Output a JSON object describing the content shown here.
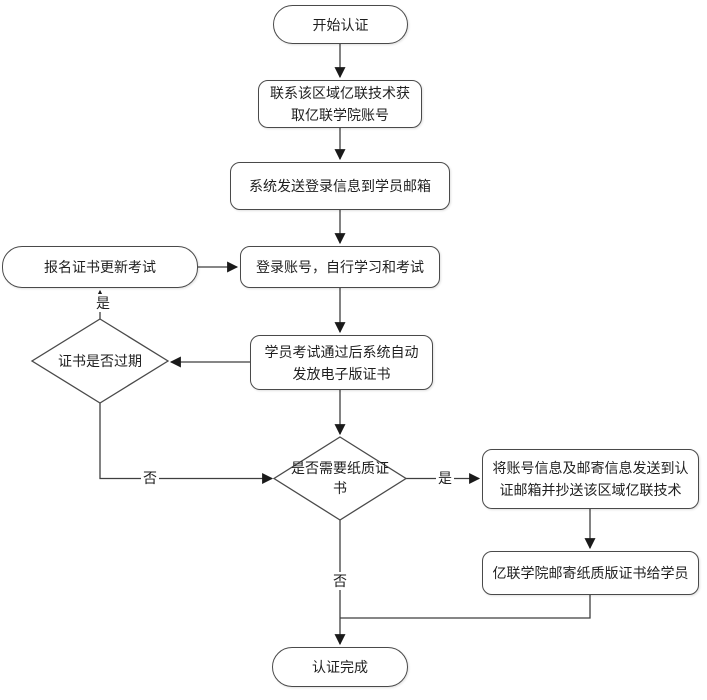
{
  "flowchart": {
    "nodes": {
      "start": {
        "label": "开始认证",
        "type": "terminator"
      },
      "contact": {
        "label": "联系该区域亿联技术获取亿联学院账号",
        "type": "process"
      },
      "system_email": {
        "label": "系统发送登录信息到学员邮箱",
        "type": "process"
      },
      "login": {
        "label": "登录账号，自行学习和考试",
        "type": "process"
      },
      "renew_signup": {
        "label": "报名证书更新考试",
        "type": "terminator"
      },
      "cert_expired": {
        "label": "证书是否过期",
        "type": "decision"
      },
      "issue_ecert": {
        "label": "学员考试通过后系统自动发放电子版证书",
        "type": "process"
      },
      "need_paper": {
        "label": "是否需要纸质证书",
        "type": "decision"
      },
      "send_info": {
        "label": "将账号信息及邮寄信息发送到认证邮箱并抄送该区域亿联技术",
        "type": "process"
      },
      "mail_cert": {
        "label": "亿联学院邮寄纸质版证书给学员",
        "type": "process"
      },
      "end": {
        "label": "认证完成",
        "type": "terminator"
      }
    },
    "edge_labels": {
      "expired_yes": "是",
      "expired_no": "否",
      "paper_yes": "是",
      "paper_no": "否"
    },
    "colors": {
      "background": "#ffffff",
      "line": "#3f3f3f",
      "node_border": "#4a4a4a",
      "arrow_fill": "#1a1a1a",
      "text": "#1f1f1f"
    }
  }
}
